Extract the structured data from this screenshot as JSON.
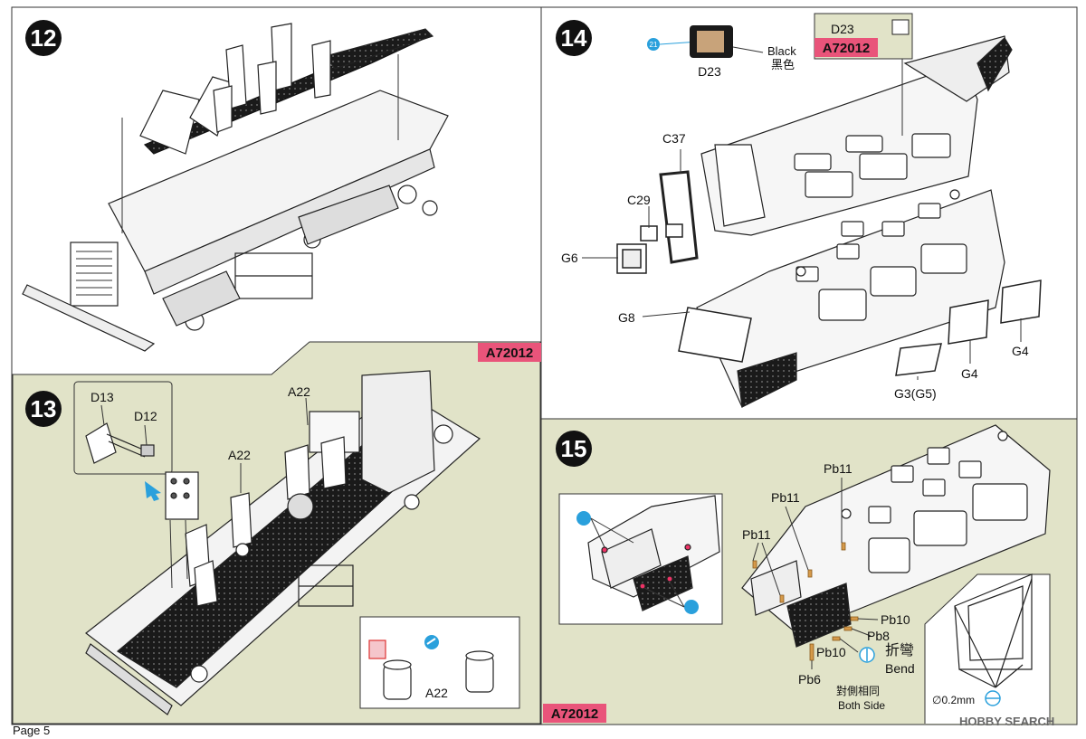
{
  "page_label": "Page 5",
  "watermark": "HOBBY SEARCH",
  "colors": {
    "panel_green": "#e1e3c8",
    "badge_pink": "#e9547a",
    "line": "#222222",
    "callout_blue": "#2aa0dc"
  },
  "steps": {
    "s12": {
      "number": "12",
      "badge": "A72012"
    },
    "s13": {
      "number": "13",
      "labels": {
        "d13": "D13",
        "d12": "D12",
        "a22_top": "A22",
        "a22_left": "A22",
        "a22_inset": "A22"
      }
    },
    "s14": {
      "number": "14",
      "paint_callout": {
        "number": "21",
        "part": "D23",
        "color_en": "Black",
        "color_zh": "黑色"
      },
      "inset": {
        "part": "D23",
        "badge": "A72012"
      },
      "labels": {
        "c37": "C37",
        "c29": "C29",
        "g6": "G6",
        "g8": "G8",
        "g4a": "G4",
        "g4b": "G4",
        "g3": "G3(G5)"
      }
    },
    "s15": {
      "number": "15",
      "badge": "A72012",
      "labels": {
        "pb11_a": "Pb11",
        "pb11_b": "Pb11",
        "pb11_c": "Pb11",
        "pb10_a": "Pb10",
        "pb10_b": "Pb10",
        "pb8": "Pb8",
        "pb6": "Pb6",
        "bend_zh": "折彎",
        "bend_en": "Bend",
        "both_zh": "對側相同",
        "both_en": "Both Side",
        "wire": "∅0.2mm"
      }
    }
  }
}
